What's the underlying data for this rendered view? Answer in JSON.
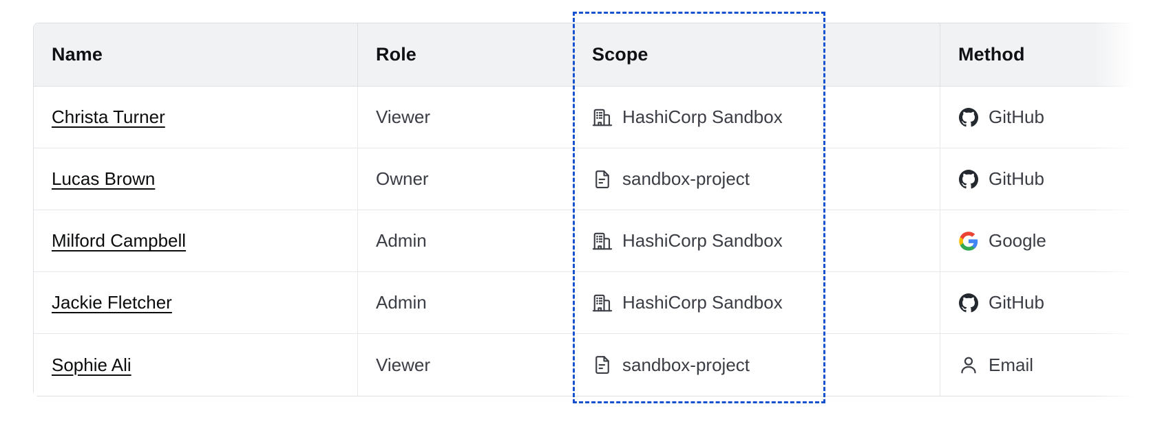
{
  "table": {
    "columns": [
      {
        "key": "name",
        "label": "Name"
      },
      {
        "key": "role",
        "label": "Role"
      },
      {
        "key": "scope",
        "label": "Scope"
      },
      {
        "key": "method",
        "label": "Method"
      }
    ],
    "rows": [
      {
        "name": "Christa Turner",
        "role": "Viewer",
        "scope": "HashiCorp Sandbox",
        "scope_icon": "organization-icon",
        "method": "GitHub",
        "method_icon": "github-icon"
      },
      {
        "name": "Lucas Brown",
        "role": "Owner",
        "scope": "sandbox-project",
        "scope_icon": "file-icon",
        "method": "GitHub",
        "method_icon": "github-icon"
      },
      {
        "name": "Milford Campbell",
        "role": "Admin",
        "scope": "HashiCorp Sandbox",
        "scope_icon": "organization-icon",
        "method": "Google",
        "method_icon": "google-icon"
      },
      {
        "name": "Jackie Fletcher",
        "role": "Admin",
        "scope": "HashiCorp Sandbox",
        "scope_icon": "organization-icon",
        "method": "GitHub",
        "method_icon": "github-icon"
      },
      {
        "name": "Sophie Ali",
        "role": "Viewer",
        "scope": "sandbox-project",
        "scope_icon": "file-icon",
        "method": "Email",
        "method_icon": "user-icon"
      }
    ]
  },
  "highlight": {
    "color": "#1652cf",
    "target_column": "Scope"
  },
  "colors": {
    "header_background": "#f1f2f4",
    "border": "#dcdfe3",
    "row_border": "#e6e8eb",
    "text_primary": "#0f1115",
    "text_secondary": "#3b3d45",
    "link": "#0b0c0e",
    "icon_dark": "#3b3d45",
    "github": "#24292f",
    "google_blue": "#4285f4",
    "google_red": "#ea4335",
    "google_yellow": "#fbbc05",
    "google_green": "#34a853"
  }
}
